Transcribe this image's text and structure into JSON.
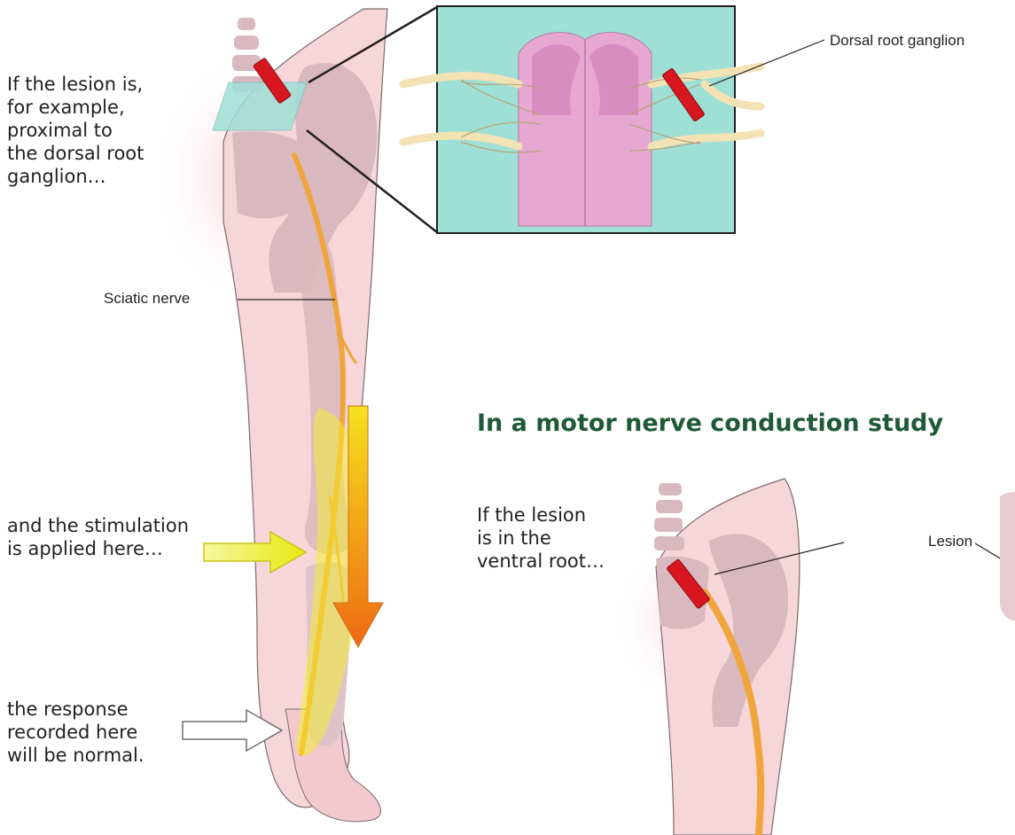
{
  "captions": {
    "lesion_proximal": [
      "If the lesion is,",
      "for example,",
      "proximal to",
      "the dorsal root",
      "ganglion…"
    ],
    "stimulation": [
      "and the stimulation",
      "is applied here…"
    ],
    "response": [
      "the response",
      "recorded here",
      "will be normal."
    ],
    "ventral_root": [
      "If the lesion",
      "is in the",
      "ventral root…"
    ]
  },
  "labels": {
    "dorsal_root_ganglion": "Dorsal root ganglion",
    "sciatic_nerve": "Sciatic nerve",
    "lesion": "Lesion"
  },
  "section_title": "In a motor nerve conduction study",
  "colors": {
    "title_green": "#1e5a35",
    "skin_pink": "#f7d6da",
    "bone_mauve": "#d9b9bf",
    "nerve_orange": "#f0a43c",
    "inset_teal": "#9fe0d6",
    "lesion_red": "#d7161f",
    "stim_yellow": "#f4f225",
    "signal_orange": "#f08a1c",
    "spinal_cord_pink": "#e6a8d0"
  }
}
